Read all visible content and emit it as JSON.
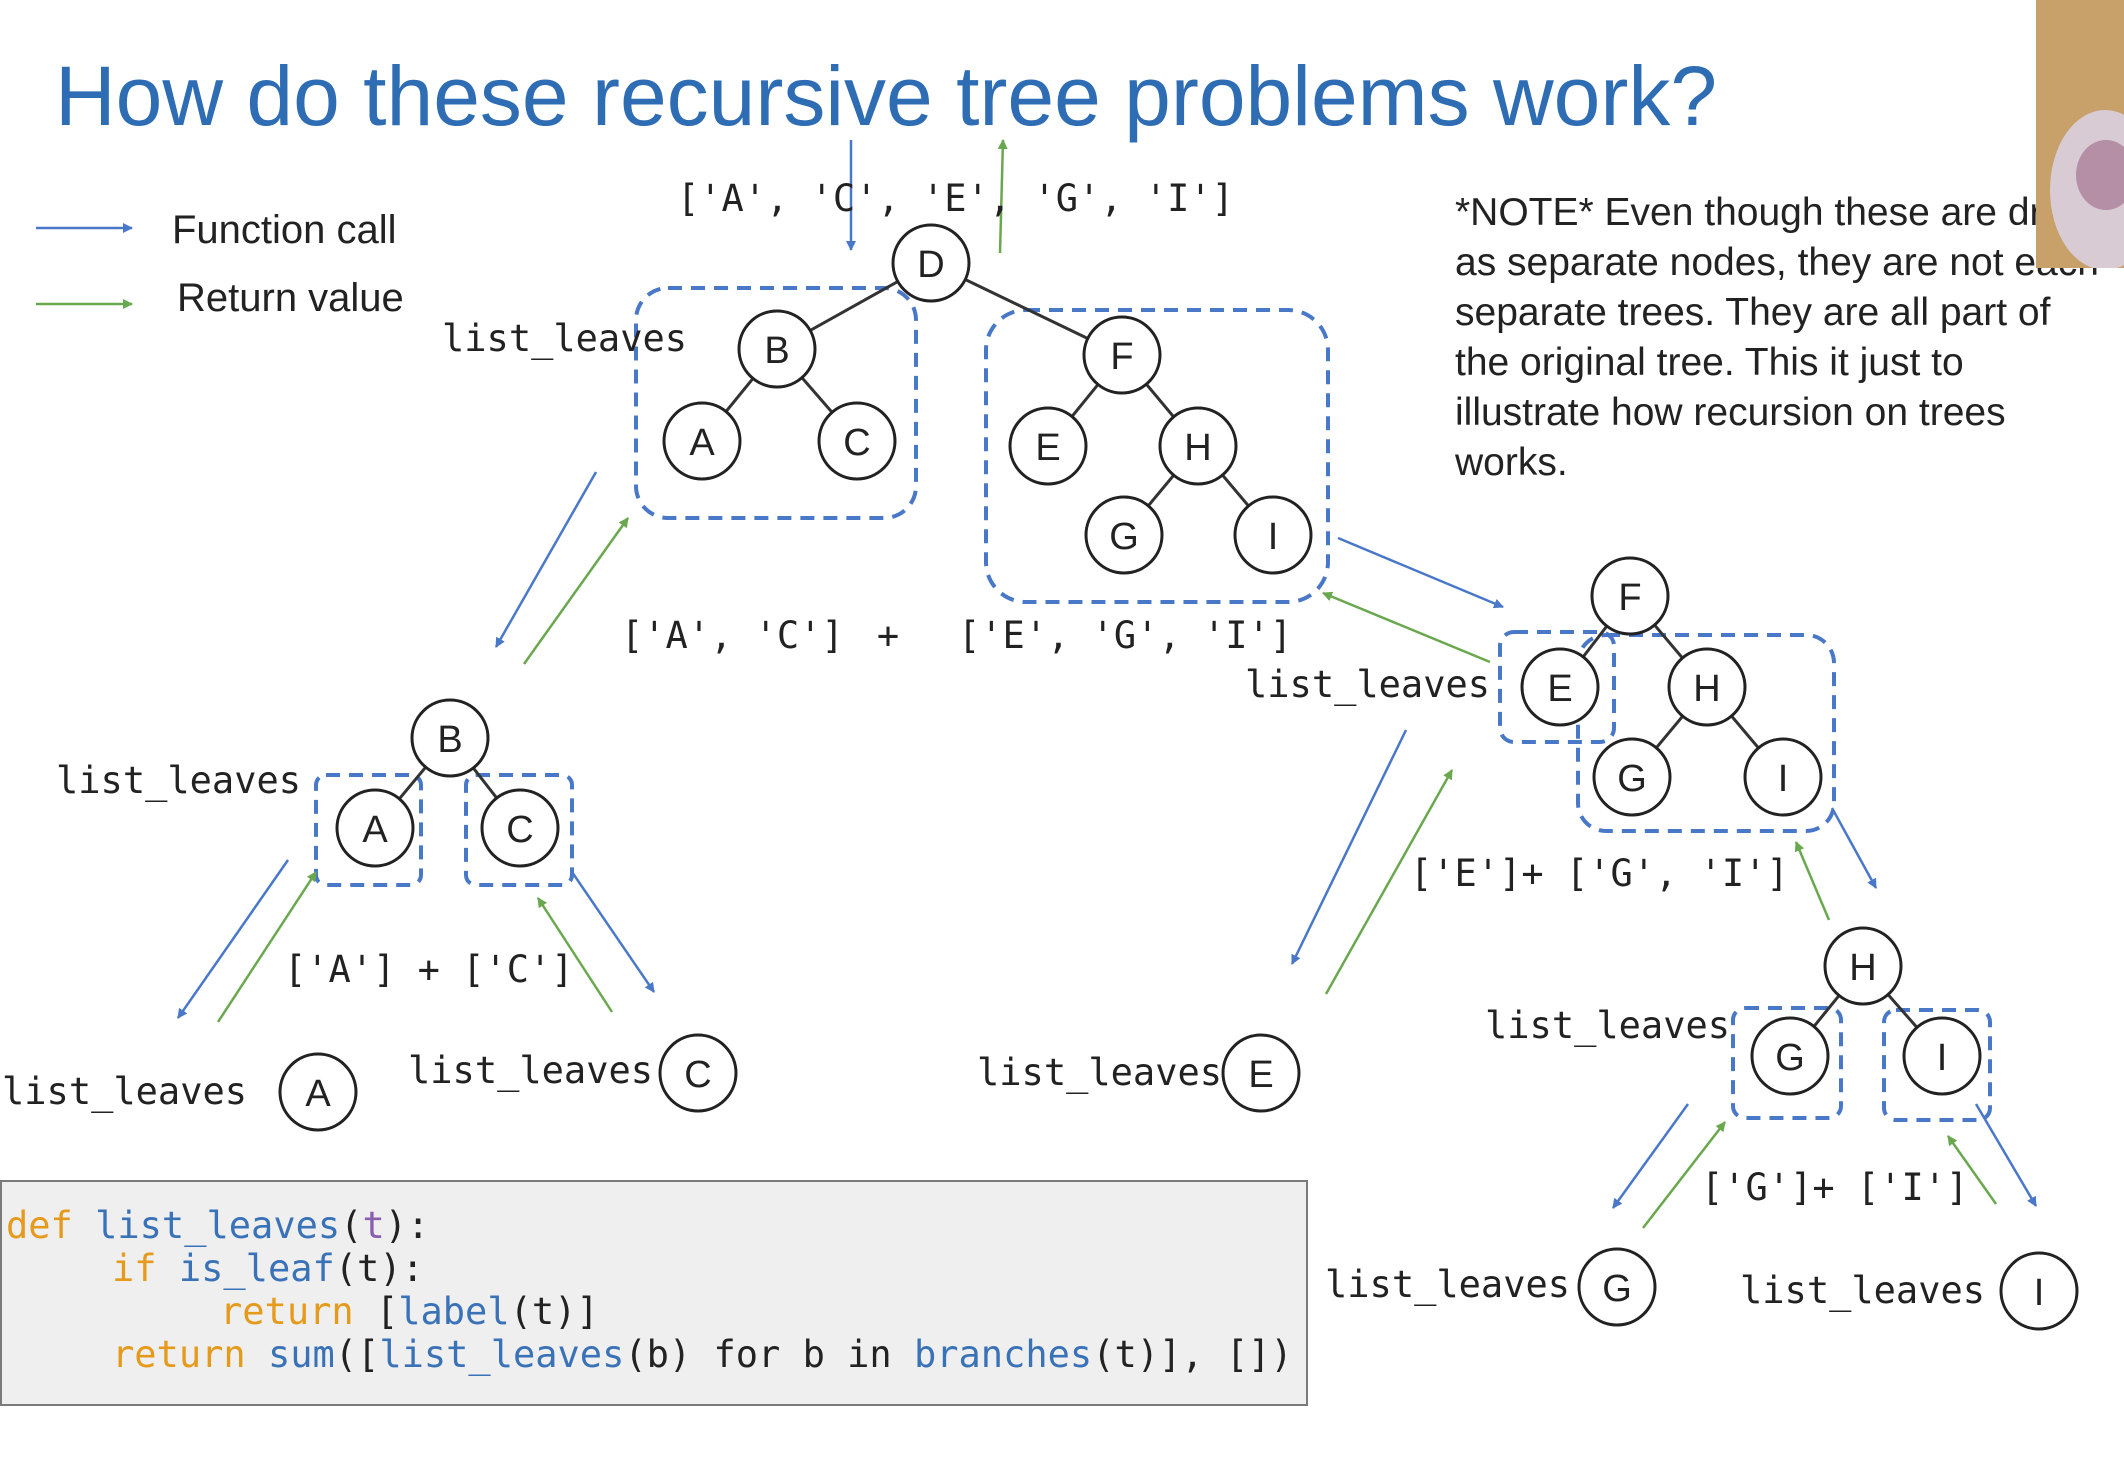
{
  "title": "How do these recursive tree problems work?",
  "legend": {
    "call_label": "Function call",
    "return_label": "Return value",
    "call_color": "#4a78c8",
    "return_color": "#6aa84f"
  },
  "note": "*NOTE* Even though these are drawn as separate nodes, they are not each separate trees. They are all part of the original tree. This it just to illustrate how recursion on trees works.",
  "function_label": "list_leaves",
  "result_labels": {
    "root_result": "['A', 'C', 'E', 'G', 'I']",
    "root_sum_left": "['A', 'C']",
    "root_sum_plus": "+",
    "root_sum_right": "['E', 'G', 'I']",
    "b_sum": "['A'] + ['C']",
    "f_sum": "['E']+ ['G', 'I']",
    "h_sum": "['G']+ ['I']"
  },
  "trees": {
    "root": {
      "D": "D",
      "B": "B",
      "A": "A",
      "C": "C",
      "F": "F",
      "E": "E",
      "H": "H",
      "G": "G",
      "I": "I"
    },
    "b_subtree": {
      "B": "B",
      "A": "A",
      "C": "C"
    },
    "f_subtree": {
      "F": "F",
      "E": "E",
      "H": "H",
      "G": "G",
      "I": "I"
    },
    "h_subtree": {
      "H": "H",
      "G": "G",
      "I": "I"
    },
    "leaves": {
      "A": "A",
      "C": "C",
      "E": "E",
      "G": "G",
      "I": "I"
    }
  },
  "code": {
    "line1": {
      "kw": "def",
      "fn": "list_leaves",
      "open": "(",
      "param": "t",
      "close": "):"
    },
    "line2": {
      "kw": "if",
      "fn": "is_leaf",
      "rest": "(t):"
    },
    "line3": {
      "kw": "return",
      "open": "[",
      "fn": "label",
      "rest": "(t)]"
    },
    "line4": {
      "kw": "return",
      "fn_sum": "sum",
      "open": "([",
      "fn_ll": "list_leaves",
      "mid": "(b) for b in ",
      "fn_br": "branches",
      "rest": "(t)], [])"
    }
  }
}
